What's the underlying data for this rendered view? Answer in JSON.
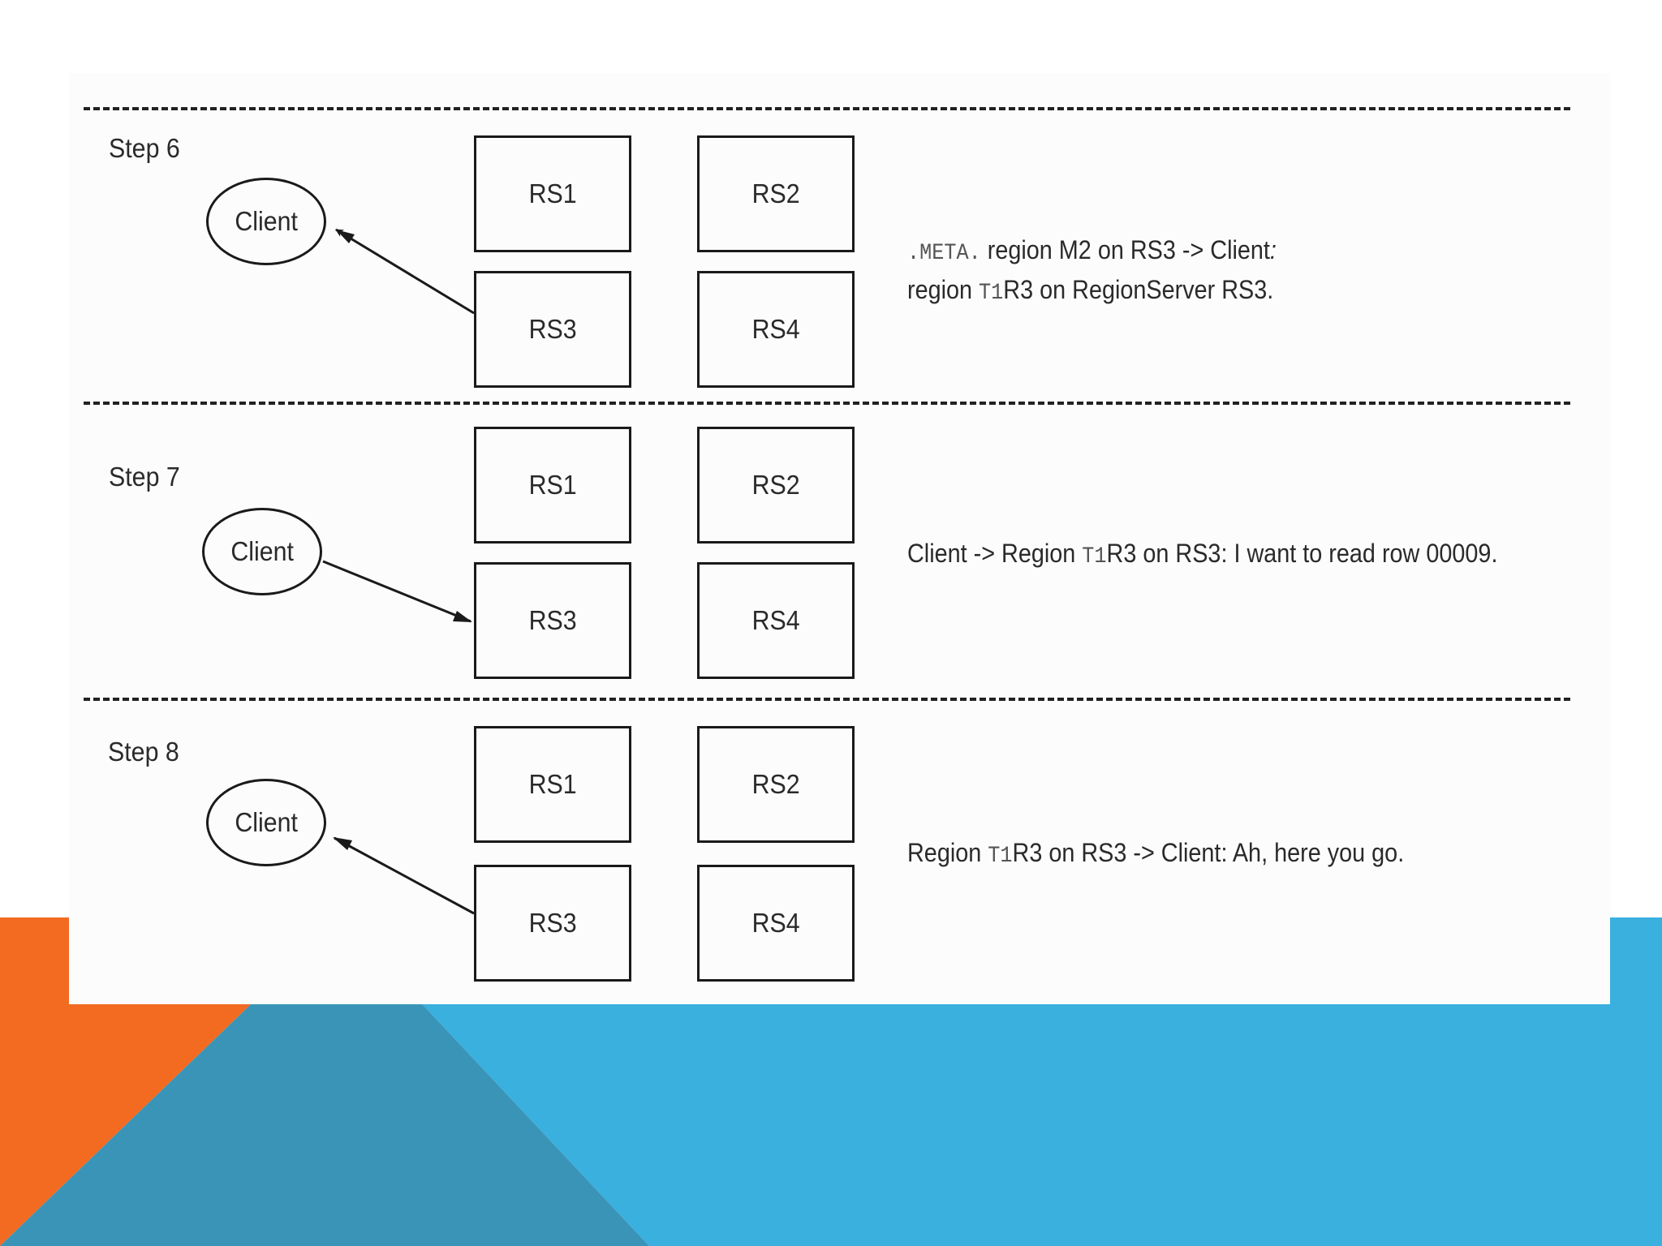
{
  "theme": {
    "orange": "#f26b21",
    "blue": "#3ab0df",
    "teal": "#3a94b8"
  },
  "steps": [
    {
      "label": "Step 6",
      "client": "Client",
      "servers": [
        "RS1",
        "RS2",
        "RS3",
        "RS4"
      ],
      "arrow": "RS3 -> Client",
      "desc": {
        "line1_code": ".META.",
        "line1_text": " region M2 on RS3 -> Client",
        "line1_end": ":",
        "line2_pre": "region ",
        "line2_code": "T1",
        "line2_post": "R3 on RegionServer RS3."
      }
    },
    {
      "label": "Step 7",
      "client": "Client",
      "servers": [
        "RS1",
        "RS2",
        "RS3",
        "RS4"
      ],
      "arrow": "Client -> RS3",
      "desc": {
        "pre": "Client -> Region ",
        "code": "T1",
        "post": "R3 on RS3: I want to read row 00009."
      }
    },
    {
      "label": "Step 8",
      "client": "Client",
      "servers": [
        "RS1",
        "RS2",
        "RS3",
        "RS4"
      ],
      "arrow": "RS3 -> Client",
      "desc": {
        "pre": "Region ",
        "code": "T1",
        "post": "R3 on RS3 -> Client: Ah, here you go."
      }
    }
  ]
}
